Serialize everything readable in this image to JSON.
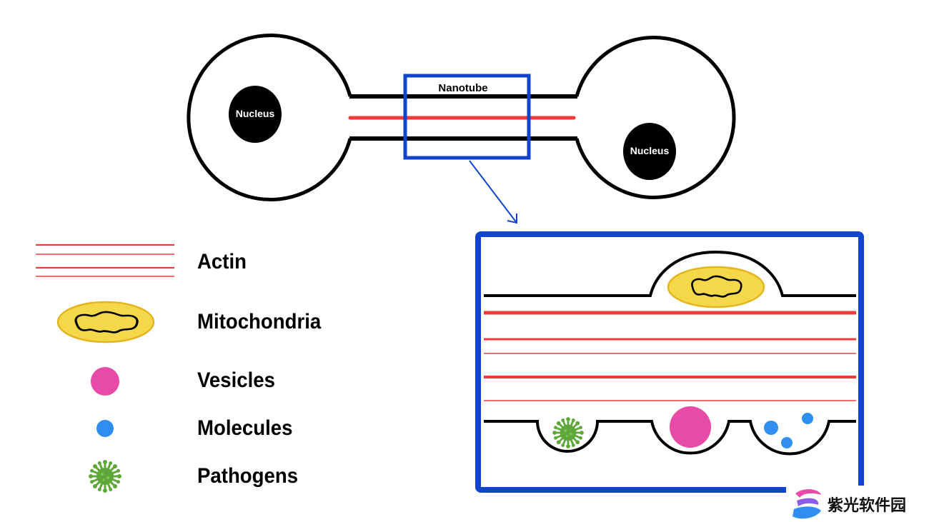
{
  "diagram": {
    "labels": {
      "nanotube": "Nanotube",
      "nucleus_left": "Nucleus",
      "nucleus_right": "Nucleus"
    },
    "legend": [
      {
        "id": "actin",
        "label": "Actin"
      },
      {
        "id": "mitochondria",
        "label": "Mitochondria"
      },
      {
        "id": "vesicles",
        "label": "Vesicles"
      },
      {
        "id": "molecules",
        "label": "Molecules"
      },
      {
        "id": "pathogens",
        "label": "Pathogens"
      }
    ],
    "colors": {
      "actin": "#f03a3a",
      "mitochondria_fill": "#f5d84a",
      "mitochondria_stroke": "#e3b620",
      "vesicle": "#e84aa8",
      "molecule": "#2f8ef0",
      "pathogen": "#5ea83a",
      "highlight_box": "#1144cc",
      "outline": "#000000"
    },
    "icons": {
      "mitochondria": "mitochondria-icon",
      "vesicle": "vesicle-icon",
      "molecule": "molecule-icon",
      "pathogen": "pathogen-icon"
    }
  },
  "watermark": {
    "text": "紫光软件园",
    "logo": "zgsoft-logo-icon"
  }
}
